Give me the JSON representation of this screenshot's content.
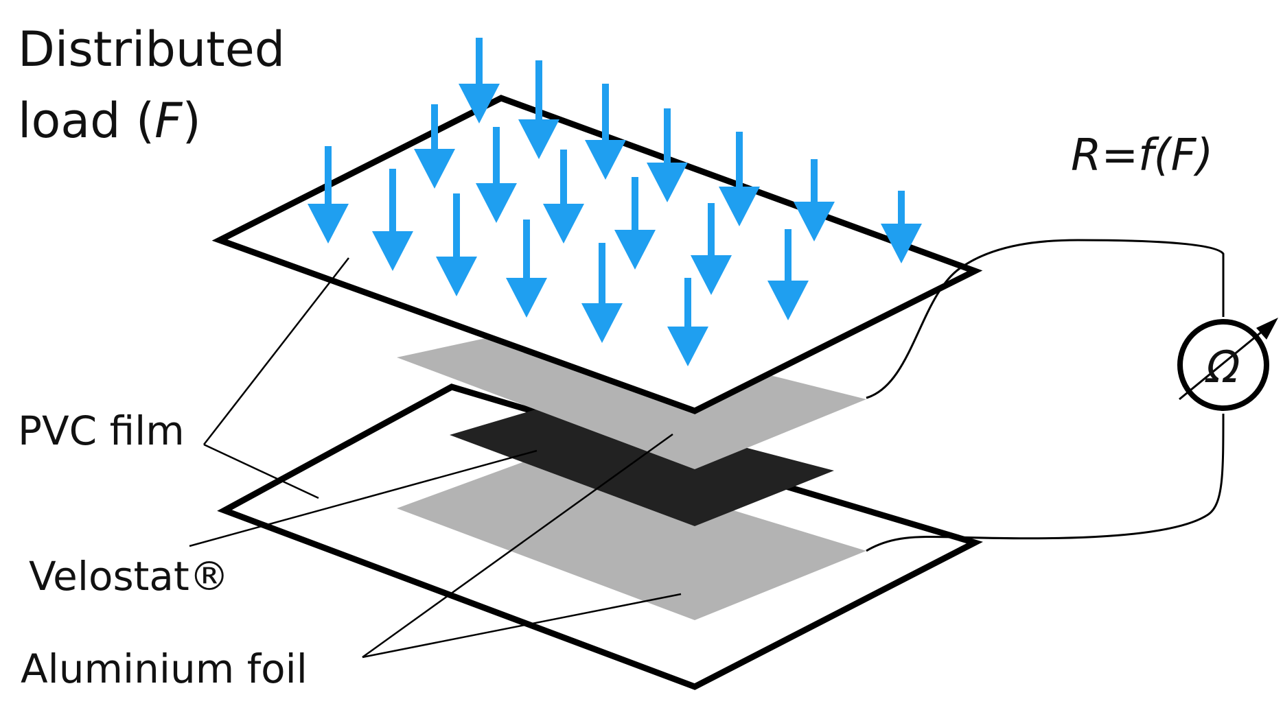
{
  "labels": {
    "load_line1": "Distributed",
    "load_line2_prefix": "load (",
    "load_var": "F",
    "load_line2_suffix": ")",
    "formula": "R=f(F)",
    "pvc": "PVC film",
    "velostat": "Velostat®",
    "aluminium": "Aluminium foil",
    "ohmmeter_symbol": "Ω"
  },
  "icons": {
    "load_arrows": "down-arrow-icon",
    "ohmmeter": "ohmmeter-icon"
  },
  "colors": {
    "arrow": "#1f9ff0",
    "outline": "#000000",
    "aluminium_foil": "#b3b3b3",
    "velostat": "#222222",
    "background": "#ffffff"
  }
}
